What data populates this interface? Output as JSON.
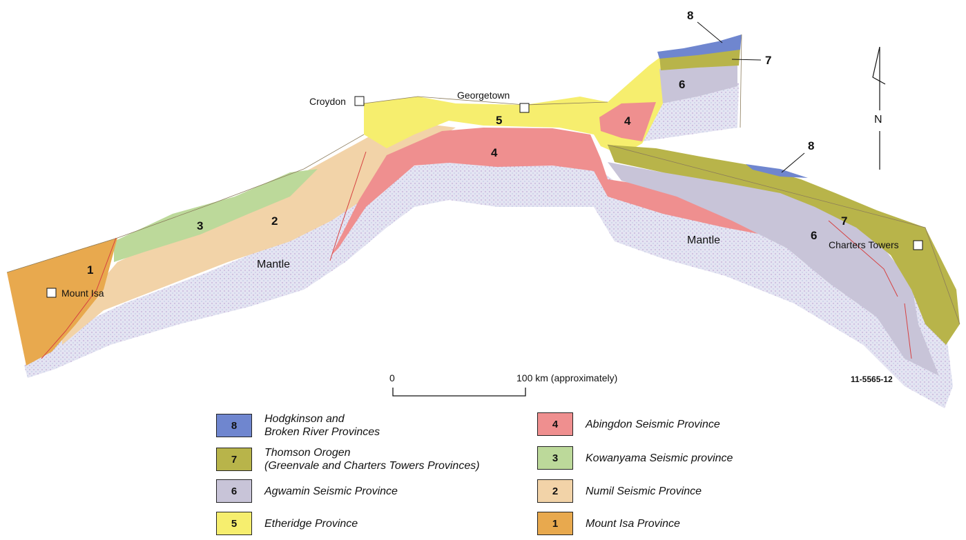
{
  "places": {
    "croydon": "Croydon",
    "georgetown": "Georgetown",
    "mount_isa": "Mount Isa",
    "charters_towers": "Charters Towers"
  },
  "mantle_labels": [
    "Mantle",
    "Mantle"
  ],
  "north_label": "N",
  "scale": {
    "zero": "0",
    "end": "100 km (approximately)"
  },
  "figure_id": "11-5565-12",
  "region_numbers": {
    "r1": "1",
    "r2": "2",
    "r3": "3",
    "r4a": "4",
    "r4b": "4",
    "r5": "5",
    "r6a": "6",
    "r6b": "6",
    "r7a": "7",
    "r7b": "7",
    "r8a": "8",
    "r8b": "8"
  },
  "colors": {
    "p1": "#e8a94e",
    "p2": "#f2d3a8",
    "p3": "#bcd99a",
    "p4": "#ef8f8f",
    "p5": "#f6ee6e",
    "p6": "#c8c4d8",
    "p7": "#b8b44a",
    "p8": "#6f86cf",
    "mantle": "#dcdcee"
  },
  "legend": [
    {
      "num": "8",
      "label": "Hodgkinson and\nBroken River Provinces",
      "color": "#6f86cf"
    },
    {
      "num": "7",
      "label": "Thomson Orogen\n(Greenvale and Charters Towers Provinces)",
      "color": "#b8b44a"
    },
    {
      "num": "6",
      "label": "Agwamin Seismic Province",
      "color": "#c8c4d8"
    },
    {
      "num": "5",
      "label": "Etheridge Province",
      "color": "#f6ee6e"
    },
    {
      "num": "4",
      "label": "Abingdon Seismic Province",
      "color": "#ef8f8f"
    },
    {
      "num": "3",
      "label": "Kowanyama Seismic province",
      "color": "#bcd99a"
    },
    {
      "num": "2",
      "label": "Numil Seismic Province",
      "color": "#f2d3a8"
    },
    {
      "num": "1",
      "label": "Mount Isa Province",
      "color": "#e8a94e"
    }
  ]
}
